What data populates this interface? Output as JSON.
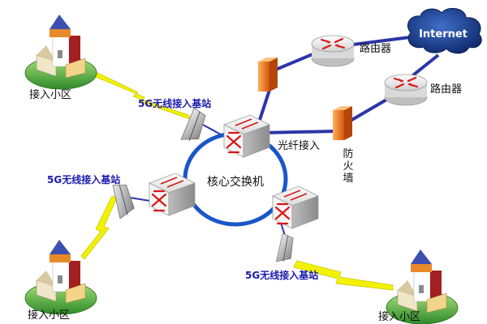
{
  "nodes": {
    "core_switch": "核心交换机",
    "fiber_access": "光纤接入",
    "firewall": "防火墙",
    "router_top": "路由器",
    "router_right": "路由器",
    "internet": "Internet",
    "base_station_top": "5G无线接入基站",
    "base_station_left": "5G无线接入基站",
    "base_station_bottom": "5G无线接入基站",
    "community_top_left": "接入小区",
    "community_bottom_left": "接入小区",
    "community_bottom_right": "接入小区"
  },
  "firewall_chars": [
    "防",
    "火",
    "墙"
  ],
  "colors": {
    "ring": "#1a56c8",
    "link": "#2c35a8",
    "zigzag": "#f2f200",
    "label_blue": "#1b1bb0",
    "firewall": "#f07a18",
    "switch": "#d81818",
    "cloud": "#1e3c88"
  },
  "icons": [
    "switch-icon",
    "router-icon",
    "firewall-icon",
    "cloud-icon",
    "antenna-icon",
    "house-icon",
    "lightning-icon"
  ]
}
